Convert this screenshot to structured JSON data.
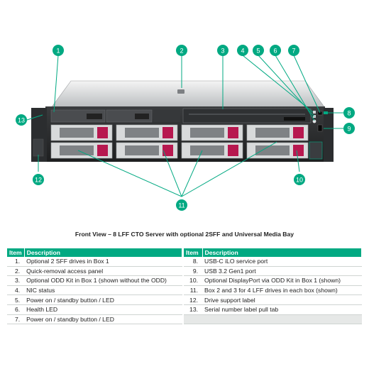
{
  "callouts": [
    {
      "n": "1"
    },
    {
      "n": "2"
    },
    {
      "n": "3"
    },
    {
      "n": "4"
    },
    {
      "n": "5"
    },
    {
      "n": "6"
    },
    {
      "n": "7"
    },
    {
      "n": "8"
    },
    {
      "n": "9"
    },
    {
      "n": "10"
    },
    {
      "n": "11"
    },
    {
      "n": "12"
    },
    {
      "n": "13"
    }
  ],
  "caption": "Front View – 8 LFF CTO Server with optional 2SFF and Universal Media Bay",
  "table_header": {
    "item": "Item",
    "description": "Description"
  },
  "items_left": [
    {
      "num": "1.",
      "desc": "Optional 2 SFF drives in Box 1"
    },
    {
      "num": "2.",
      "desc": "Quick-removal access panel"
    },
    {
      "num": "3.",
      "desc": "Optional ODD Kit in Box 1 (shown without the ODD)"
    },
    {
      "num": "4.",
      "desc": "NIC status"
    },
    {
      "num": "5.",
      "desc": "Power on / standby button / LED"
    },
    {
      "num": "6.",
      "desc": "Health LED"
    },
    {
      "num": "7.",
      "desc": "Power on / standby button / LED"
    }
  ],
  "items_right": [
    {
      "num": "8.",
      "desc": "USB-C iLO service port"
    },
    {
      "num": "9.",
      "desc": "USB 3.2 Gen1 port"
    },
    {
      "num": "10.",
      "desc": "Optional DisplayPort via ODD Kit in Box 1 (shown)"
    },
    {
      "num": "11.",
      "desc": "Box 2 and 3 for 4 LFF drives in each box (shown)"
    },
    {
      "num": "12.",
      "desc": "Drive support label"
    },
    {
      "num": "13.",
      "desc": "Serial number label pull tab"
    },
    {
      "num": "",
      "desc": ""
    }
  ],
  "colors": {
    "accent": "#01a982",
    "drive_latch": "#b7184f",
    "chassis": "#2a2c2e"
  }
}
